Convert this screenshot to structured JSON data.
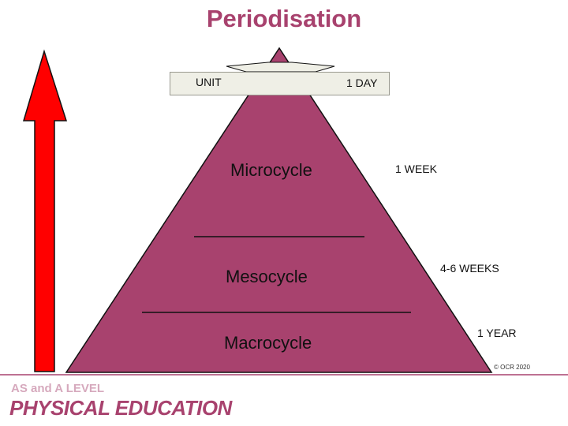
{
  "title": "Periodisation",
  "pyramid": {
    "top_box": {
      "left_label": "UNIT",
      "right_label": "1 DAY"
    },
    "levels": [
      {
        "name": "Microcycle",
        "duration": "1 WEEK"
      },
      {
        "name": "Mesocycle",
        "duration": "4-6 WEEKS"
      },
      {
        "name": "Macrocycle",
        "duration": "1 YEAR"
      }
    ]
  },
  "copyright": "© OCR 2020",
  "branding": {
    "line1": "AS and A LEVEL",
    "line2": "PHYSICAL EDUCATION"
  },
  "colors": {
    "pyramid": "#a8426e",
    "arrow": "#ff0000",
    "title": "#a8426e"
  }
}
